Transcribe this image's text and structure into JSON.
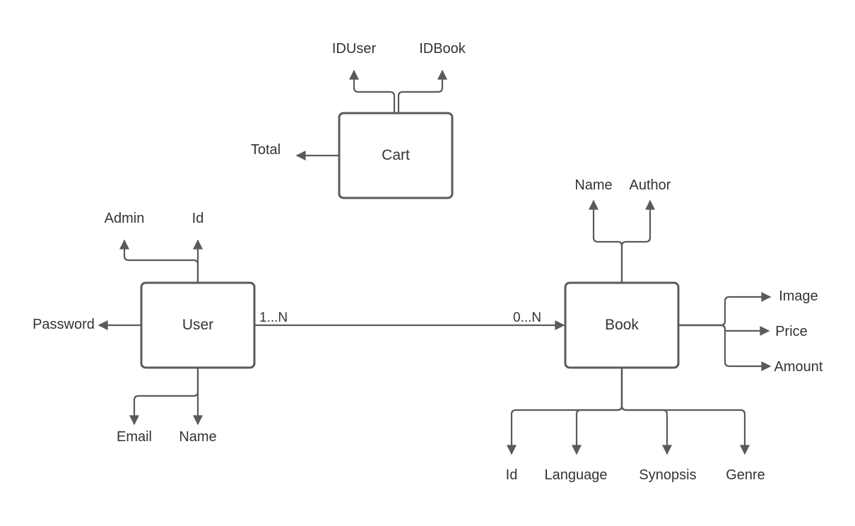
{
  "entities": {
    "cart": {
      "name": "Cart",
      "attributes": {
        "id_user": "IDUser",
        "id_book": "IDBook",
        "total": "Total"
      }
    },
    "user": {
      "name": "User",
      "attributes": {
        "admin": "Admin",
        "id": "Id",
        "password": "Password",
        "email": "Email",
        "name": "Name"
      }
    },
    "book": {
      "name": "Book",
      "attributes": {
        "name": "Name",
        "author": "Author",
        "image": "Image",
        "price": "Price",
        "amount": "Amount",
        "id": "Id",
        "language": "Language",
        "synopsis": "Synopsis",
        "genre": "Genre"
      }
    }
  },
  "relationship": {
    "user_cardinality": "1...N",
    "book_cardinality": "0...N"
  },
  "colors": {
    "stroke": "#5a5a5a",
    "text": "#333333",
    "background": "#ffffff"
  }
}
